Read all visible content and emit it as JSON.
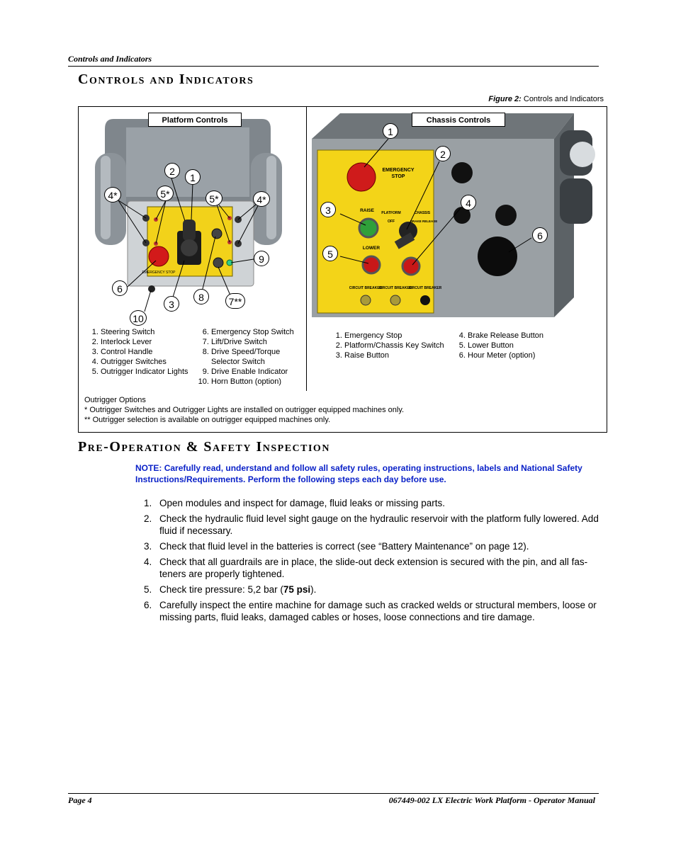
{
  "header": {
    "running_title": "Controls and Indicators"
  },
  "section1": {
    "title": "Controls and Indicators",
    "figure_caption_label": "Figure 2:",
    "figure_caption_text": "Controls and Indicators",
    "platform": {
      "label": "Platform Controls",
      "panel_text_estop": "EMERGENCY STOP",
      "callouts": [
        "2",
        "1",
        "4*",
        "5*",
        "5*",
        "4*",
        "9",
        "6",
        "3",
        "8",
        "7**",
        "10"
      ],
      "legend_left": [
        "Steering Switch",
        "Interlock Lever",
        "Control Handle",
        "Outrigger Switches",
        "Outrigger Indicator Lights"
      ],
      "legend_right": [
        "Emergency Stop Switch",
        "Lift/Drive Switch",
        "Drive Speed/Torque Selector Switch",
        "Drive Enable Indicator",
        "Horn Button (option)"
      ]
    },
    "chassis": {
      "label": "Chassis Controls",
      "panel_estop": "EMERGENCY STOP",
      "panel_raise": "RAISE",
      "panel_lower": "LOWER",
      "panel_platform": "PLATFORM",
      "panel_off": "OFF",
      "panel_chassis": "CHASSIS",
      "panel_brake": "BRAKE RELEASE",
      "panel_breakers": [
        "CIRCUIT BREAKER",
        "CIRCUIT BREAKER",
        "CIRCUIT BREAKER"
      ],
      "callouts": [
        "1",
        "2",
        "3",
        "4",
        "6",
        "5"
      ],
      "legend_left": [
        "Emergency Stop",
        "Platform/Chassis Key Switch",
        "Raise Button"
      ],
      "legend_right": [
        "Brake Release Button",
        "Lower Button",
        "Hour Meter (option)"
      ]
    },
    "notes": [
      "Outrigger Options",
      "* Outrigger Switches and Outrigger Lights are installed on outrigger equipped machines only.",
      "** Outrigger selection is available on outrigger equipped machines only."
    ]
  },
  "section2": {
    "title": "Pre-Operation & Safety Inspection",
    "note_label": "NOTE:",
    "note_text": "Carefully read, understand and follow all safety rules, operating instructions, labels and National Safety Instructions/Requirements. Perform the following steps each day before use.",
    "steps": [
      "Open modules and inspect for damage, fluid leaks or missing parts.",
      "Check the hydraulic fluid level sight gauge on the hydraulic reservoir with the platform fully lowered. Add fluid if necessary.",
      "Check that fluid level in the batteries is correct (see “Battery Maintenance” on page 12).",
      "Check that all guardrails are in place, the slide-out deck extension is secured with the pin, and all fas-teners are properly tightened.",
      "Check tire pressure: 5,2 bar (",
      "Carefully inspect the entire machine for damage such as cracked welds or structural members, loose or missing parts, fluid leaks, damaged cables or hoses, loose connections and tire damage."
    ],
    "step5_bold": "75 psi",
    "step5_end": ")."
  },
  "footer": {
    "page": "Page 4",
    "doc": "067449-002 LX Electric Work Platform - Operator Manual"
  }
}
